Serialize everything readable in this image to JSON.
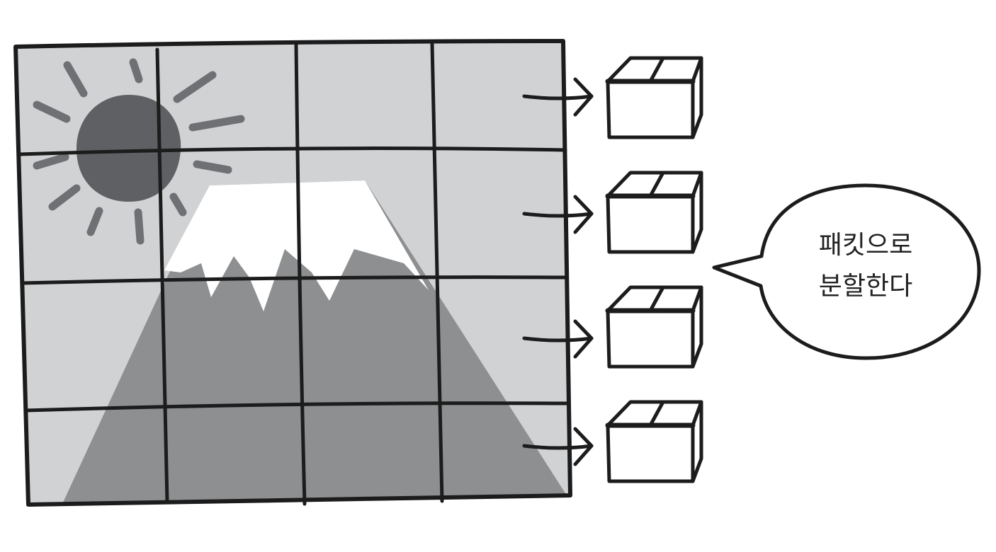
{
  "diagram": {
    "colors": {
      "ink": "#1c1c1c",
      "sky": "#d1d2d4",
      "mountain": "#8e8f91",
      "sun": "#5f6063",
      "rays": "#6f7073",
      "snow": "#ffffff",
      "paper": "#ffffff"
    },
    "grid": {
      "rows": 4,
      "columns": 4
    },
    "packets": [
      "box-icon",
      "box-icon",
      "box-icon",
      "box-icon"
    ],
    "callout": {
      "line1": "패킷으로",
      "line2": "분할한다"
    }
  }
}
